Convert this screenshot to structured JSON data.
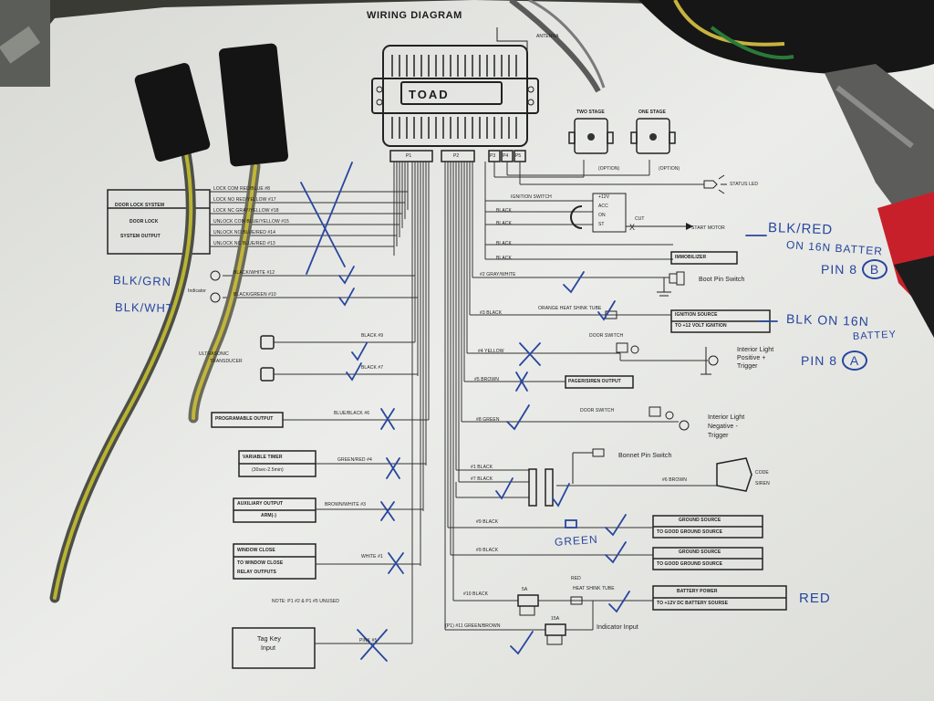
{
  "diagram": {
    "title": "WIRING DIAGRAM",
    "unit_brand": "TOAD",
    "antenna": "ANTENNA",
    "connectors": {
      "p1": "P1",
      "p2": "P2",
      "p3": "P3",
      "p4": "P4",
      "p5": "P5"
    },
    "sirens": {
      "two_stage": "TWO STAGE",
      "one_stage": "ONE STAGE",
      "option_1": "(OPTION)",
      "option_2": "(OPTION)"
    },
    "status_led": "STATUS LED",
    "ignition": {
      "switch_label": "IGNITION SWITCH",
      "positions": [
        "+12V",
        "ACC",
        "ON",
        "ST"
      ],
      "cut": "CUT",
      "start_motor": "START MOTOR"
    },
    "left_wires": {
      "door_lock_box": [
        "DOOR LOCK SYSTEM",
        "DOOR LOCK",
        "SYSTEM OUTPUT"
      ],
      "lock_labels": [
        "LOCK COM RED/BLUE #8",
        "LOCK NO RED/YELLOW #17",
        "LOCK NC GRAY/YELLOW #18",
        "UNLOCK COM BLUE/YELLOW #15",
        "UNLOCK NO BLUE/RED #14",
        "UNLOCK NC BLUE/RED #13"
      ],
      "indicator": "Indicator",
      "black_white": "BLACK/WHITE #12",
      "black_green": "BLACK/GREEN #10",
      "ultrasonic": [
        "ULTRASONIC",
        "TRANSDUCER"
      ],
      "black_9": "BLACK #9",
      "black_7": "BLACK #7",
      "prog_box": "PROGRAMABLE OUTPUT",
      "blue_black": "BLUE/BLACK #6",
      "timer_box": [
        "VARIABLE TIMER",
        "(30sec-2.5min)"
      ],
      "green_red": "GREEN/RED #4",
      "aux_box": [
        "AUXILIARY OUTPUT",
        "ARM(-)"
      ],
      "brown_white": "BROWN/WHITE #3",
      "window_box": [
        "WINDOW CLOSE",
        "TO WINDOW CLOSE",
        "RELAY OUTPUTS"
      ],
      "white_1": "WHITE #1",
      "note": "NOTE: P1 #2 & P1 #5 UNUSED",
      "tag_box": [
        "Tag Key",
        "Input"
      ],
      "pink": "PINK #5"
    },
    "right_wires": {
      "black_a": "BLACK",
      "black_b": "BLACK",
      "black_c": "BLACK",
      "black_d": "BLACK",
      "immobilizer": "IMMOBILIZER",
      "gray_white": "#2 GRAY/WHITE",
      "boot_pin": "Boot Pin Switch",
      "orange_tube": "ORANGE HEAT SHINK TUBE",
      "black_3": "#3 BLACK",
      "ign_box": [
        "IGNITION SOURCE",
        "TO +12 VOLT IGNITION"
      ],
      "door_switch_1": "DOOR SWITCH",
      "yellow_4": "#4 YELLOW",
      "interior_pos": [
        "Interior Light",
        "Positive +",
        "Trigger"
      ],
      "brown_5": "#5 BROWN",
      "pager_box": "PAGER/SIREN OUTPUT",
      "door_switch_2": "DOOR SWITCH",
      "green_8": "#8 GREEN",
      "interior_neg": [
        "Interior Light",
        "Negative -",
        "Trigger"
      ],
      "bonnet": "Bonnet Pin Switch",
      "black_1": "#1 BLACK",
      "black_7r": "#7 BLACK",
      "brown_6": "#6 BROWN",
      "code_siren": [
        "CODE",
        "SIREN"
      ],
      "black_9a": "#9 BLACK",
      "ground_1": [
        "GROUND SOURCE",
        "TO GOOD GROUND SOURCE"
      ],
      "black_9b": "#9 BLACK",
      "ground_2": [
        "GROUND SOURCE",
        "TO GOOD GROUND SOURCE"
      ],
      "red": "RED",
      "red_tube": "HEAT SHINK TUBE",
      "fuse_5a": "5A",
      "black_10": "#10 BLACK",
      "battery_box": [
        "BATTERY POWER",
        "TO +12V DC BATTERY SOURSE"
      ],
      "fuse_15a": "15A",
      "green_brown": "(P1) #11 GREEN/BROWN",
      "indicator_input": "Indicator Input"
    },
    "handwriting": {
      "blk_grn": "BLK/GRN",
      "blk_wht": "BLK/WHT",
      "blk_red_1": "BLK/RED",
      "blk_red_2": "ON 16N BATTER",
      "pin8_b": "PIN 8",
      "pin_b": "B",
      "blk_on": "BLK  ON 16N",
      "battery_2": "BATTEY",
      "pin8_a": "PIN 8",
      "pin_a": "A",
      "green": "GREEN",
      "red": "RED"
    },
    "colors": {
      "paper": "#e6e7e3",
      "ink": "#1c1c1c",
      "pen": "#27469e",
      "table": "#3a3a34",
      "pliers_red": "#c8202a"
    }
  }
}
